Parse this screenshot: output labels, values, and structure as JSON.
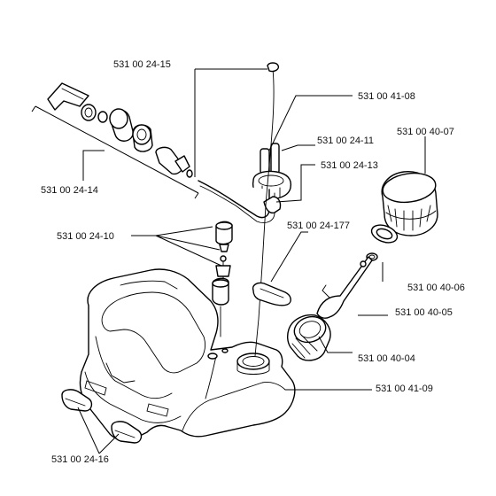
{
  "labels": {
    "p_531_00_24_15": "531 00 24-15",
    "p_531_00_41_08": "531 00 41-08",
    "p_531_00_24_11": "531 00 24-11",
    "p_531_00_40_07": "531 00 40-07",
    "p_531_00_24_13": "531 00 24-13",
    "p_531_00_24_14": "531 00 24-14",
    "p_531_00_24_177": "531 00 24-177",
    "p_531_00_24_10": "531 00 24-10",
    "p_531_00_40_06": "531 00 40-06",
    "p_531_00_40_05": "531 00 40-05",
    "p_531_00_40_04": "531 00 40-04",
    "p_531_00_41_09": "531 00 41-09",
    "p_531_00_24_16": "531 00 24-16"
  }
}
